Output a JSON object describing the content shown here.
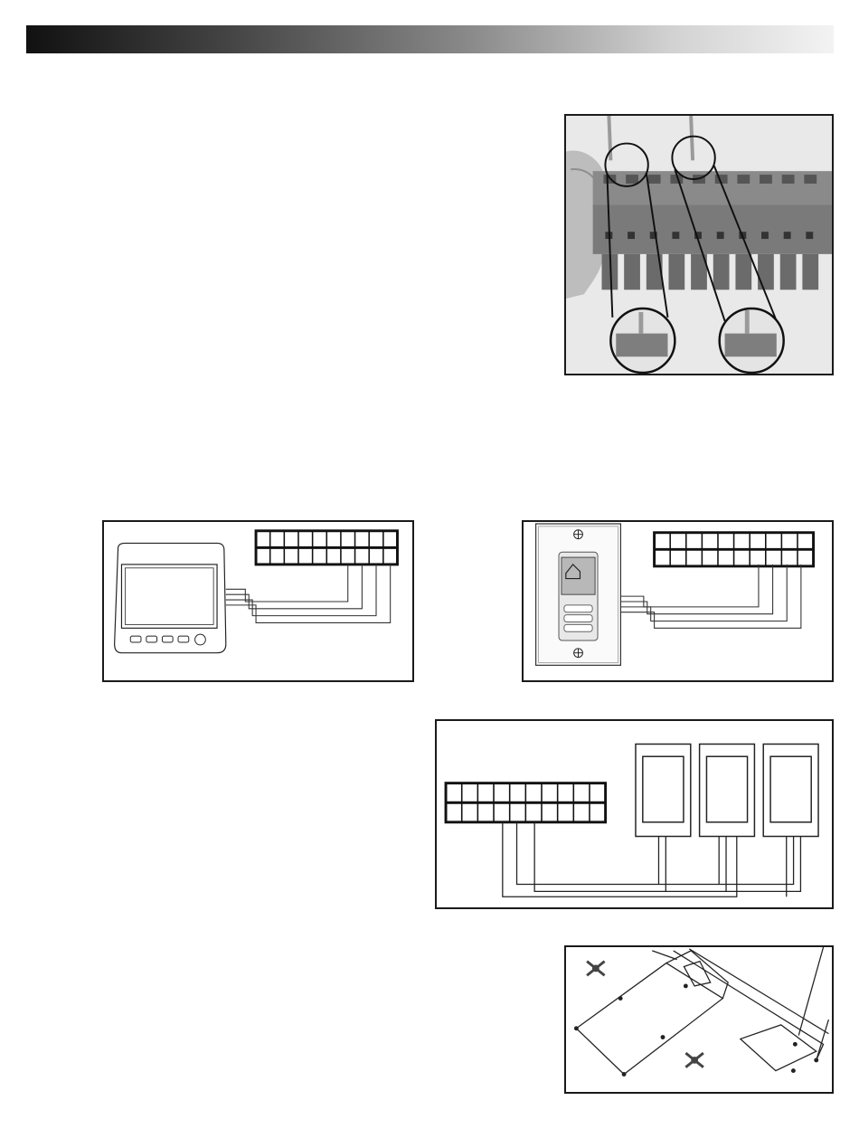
{
  "page": {
    "header_bar": {
      "gradient_start": "#111111",
      "gradient_end": "#f3f3f3"
    }
  },
  "figures": {
    "connector_photo": {
      "icon": "terminal-connector-photo",
      "wire_color": "#9a9a9a"
    },
    "control_panel_wiring": {
      "icon": "control-panel-icon",
      "terminal_columns": 10,
      "wires": 4
    },
    "wall_keypad_wiring": {
      "icon": "wall-keypad-icon",
      "terminal_columns": 10,
      "wires": 4
    },
    "pump_wiring": {
      "icon": "pump-box-icon",
      "terminal_columns": 10,
      "devices": 3
    },
    "equipment_cover": {
      "icon": "equipment-cover-icon"
    }
  }
}
